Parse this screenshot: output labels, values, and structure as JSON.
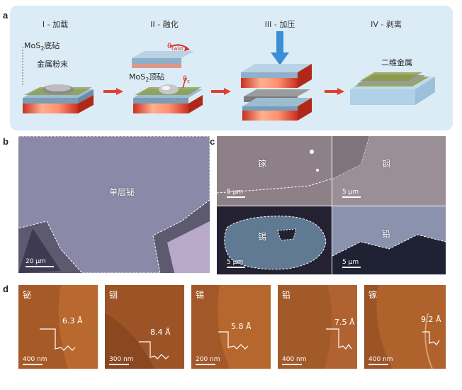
{
  "panel_a": {
    "label": "a",
    "steps": [
      {
        "title": "I - 加载"
      },
      {
        "title": "II - 融化"
      },
      {
        "title": "III - 加压"
      },
      {
        "title": "IV - 剥离"
      }
    ],
    "annotations": {
      "mos2_bottom_prefix": "MoS",
      "mos2_bottom_sub": "2",
      "mos2_bottom_suffix": "底砧",
      "metal_powder": "金属粉末",
      "theta_twist": "θ",
      "theta_twist_sub": "twist",
      "mos2_top_prefix": "MoS",
      "mos2_top_sub": "2",
      "mos2_top_suffix": "顶砧",
      "theta_c": "θ",
      "theta_c_sub": "c",
      "two_d_metal": "二维金属"
    },
    "colors": {
      "arrow": "#e04030",
      "press_arrow": "#3a8fd6",
      "background": "#dcecf7"
    }
  },
  "panel_b": {
    "label": "b",
    "region_label": "单层铋",
    "scale_bar": "20 μm"
  },
  "panel_c": {
    "label": "c",
    "tiles": [
      {
        "name": "镓",
        "scale_bar": "5 μm"
      },
      {
        "name": "铟",
        "scale_bar": "5 μm"
      },
      {
        "name": "锡",
        "scale_bar": "5 μm"
      },
      {
        "name": "铅",
        "scale_bar": "5 μm"
      }
    ]
  },
  "panel_d": {
    "label": "d",
    "tiles": [
      {
        "name": "铋",
        "height": "6.3 Å",
        "scale_bar": "400 nm"
      },
      {
        "name": "铟",
        "height": "8.4 Å",
        "scale_bar": "300 nm"
      },
      {
        "name": "锡",
        "height": "5.8 Å",
        "scale_bar": "200 nm"
      },
      {
        "name": "铅",
        "height": "7.5 Å",
        "scale_bar": "400 nm"
      },
      {
        "name": "镓",
        "height": "9.2 Å",
        "scale_bar": "400 nm"
      }
    ]
  }
}
